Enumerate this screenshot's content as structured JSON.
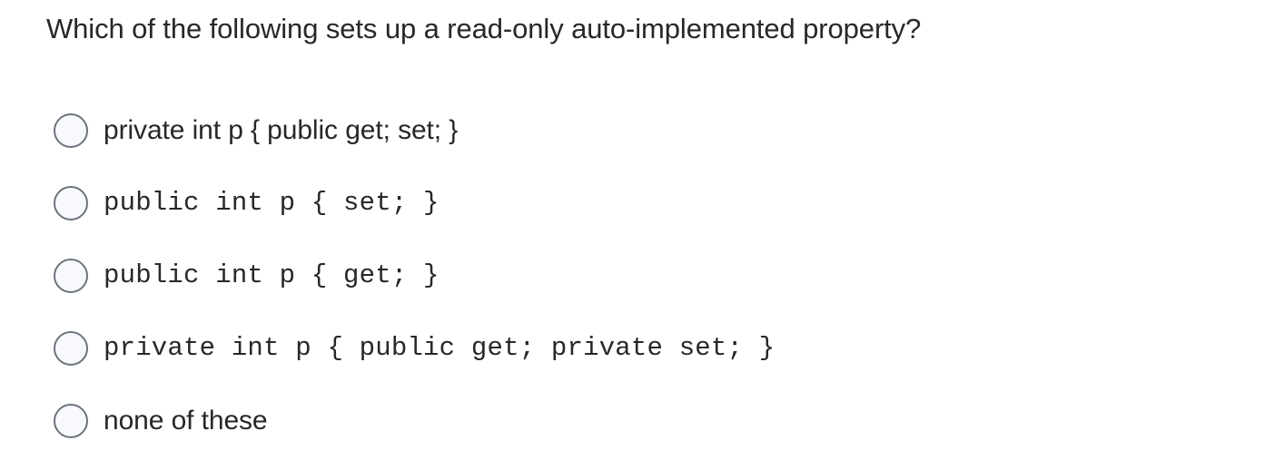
{
  "question": {
    "text": "Which of the following sets up a read-only auto-implemented property?"
  },
  "options": [
    {
      "id": "option-a",
      "label": "private int p { public get; set; }",
      "font": "sans",
      "selected": false
    },
    {
      "id": "option-b",
      "label": "public int p { set; }",
      "font": "mono",
      "selected": false
    },
    {
      "id": "option-c",
      "label": "public int p { get; }",
      "font": "mono",
      "selected": false
    },
    {
      "id": "option-d",
      "label": "private int p { public get; private set; }",
      "font": "mono",
      "selected": false
    },
    {
      "id": "option-e",
      "label": "none of these",
      "font": "sans",
      "selected": false
    }
  ],
  "colors": {
    "background": "#ffffff",
    "text": "#26282b",
    "radio_border": "#6d737c",
    "radio_fill": "#f7f9fd"
  }
}
